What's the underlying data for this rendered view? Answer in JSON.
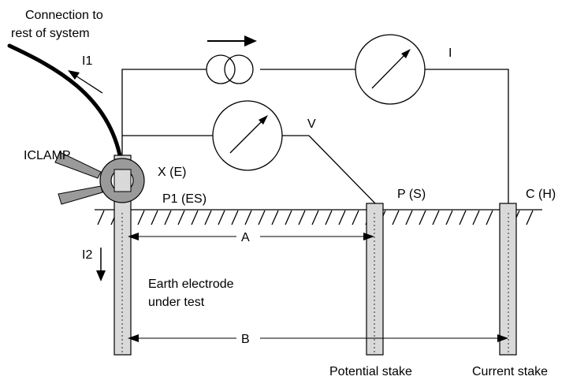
{
  "labels": {
    "connection_line1": "Connection to",
    "connection_line2": "rest of system",
    "i1": "I1",
    "i2": "I2",
    "i": "I",
    "v": "V",
    "iclamp": "ICLAMP",
    "x_e": "X (E)",
    "p1_es": "P1 (ES)",
    "p_s": "P (S)",
    "c_h": "C (H)",
    "a": "A",
    "b": "B",
    "electrode_line1": "Earth electrode",
    "electrode_line2": "under test",
    "potential_stake": "Potential stake",
    "current_stake": "Current stake"
  },
  "icons": {
    "current_source": "current-source-icon",
    "ammeter": "ammeter-icon",
    "voltmeter": "voltmeter-icon",
    "clamp": "current-clamp-icon"
  },
  "colors": {
    "line": "#000000",
    "stake_fill": "#d9d9d9",
    "clamp_fill": "#9a9a9a"
  }
}
